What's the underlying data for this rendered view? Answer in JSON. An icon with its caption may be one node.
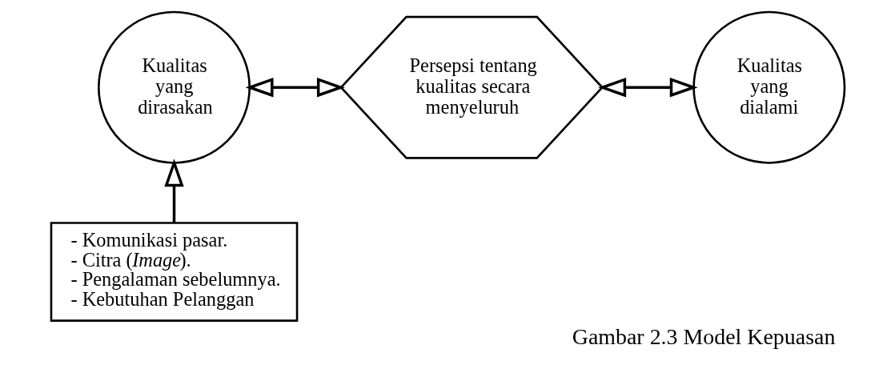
{
  "diagram": {
    "caption": "Gambar 2.3 Model Kepuasan",
    "nodes": [
      {
        "text": [
          "Kualitas yang dirasakan"
        ]
      },
      {
        "text": [
          "Persepsi tentang kualitas secara menyeluruh"
        ]
      },
      {
        "text": [
          "Kualitas yang dialami"
        ]
      },
      {
        "text": [
          "- Komunikasi pasar.",
          "- Citra (*Image*).",
          "- Pengalaman sebelumnya.",
          "- Kebutuhan Pelanggan"
        ]
      }
    ],
    "edges": [
      {
        "from": 0,
        "to": 1,
        "arrow": "both"
      },
      {
        "from": 1,
        "to": 2,
        "arrow": "both"
      },
      {
        "from": 3,
        "to": 0,
        "arrow": "to"
      }
    ]
  }
}
